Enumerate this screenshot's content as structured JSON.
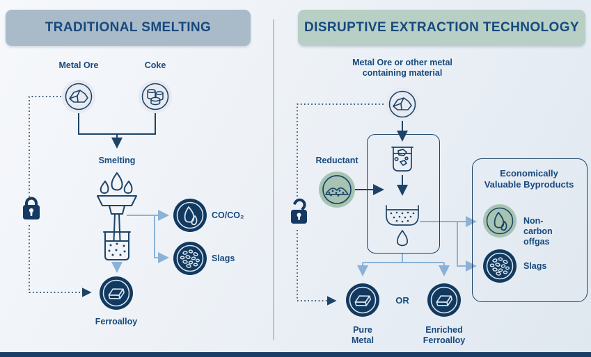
{
  "colors": {
    "navy_line": "#1d4367",
    "navy_fill": "#12395f",
    "text_navy": "#17497e",
    "light_blue_arrow": "#8bb2d6",
    "header_left_bg": "#a9bac9",
    "header_right_bg": "#b7cfc4",
    "green_node": "#a6c4b1",
    "node_ring_light": "#d9e4ee",
    "footer_bar": "#1b3e66"
  },
  "left_panel": {
    "title": "TRADITIONAL SMELTING",
    "inputs": {
      "metal_ore": "Metal Ore",
      "coke": "Coke"
    },
    "process": "Smelting",
    "outputs": {
      "co_co2": "CO/CO₂",
      "slags": "Slags",
      "ferroalloy": "Ferroalloy"
    }
  },
  "right_panel": {
    "title": "DISRUPTIVE EXTRACTION TECHNOLOGY",
    "input": "Metal Ore or other metal containing material",
    "reductant": "Reductant",
    "byproducts": {
      "title": "Economically Valuable Byproducts",
      "offgas": "Non-carbon offgas",
      "slags": "Slags"
    },
    "outputs": {
      "pure_metal": "Pure Metal",
      "or": "OR",
      "enriched_ferroalloy": "Enriched Ferroalloy"
    }
  }
}
